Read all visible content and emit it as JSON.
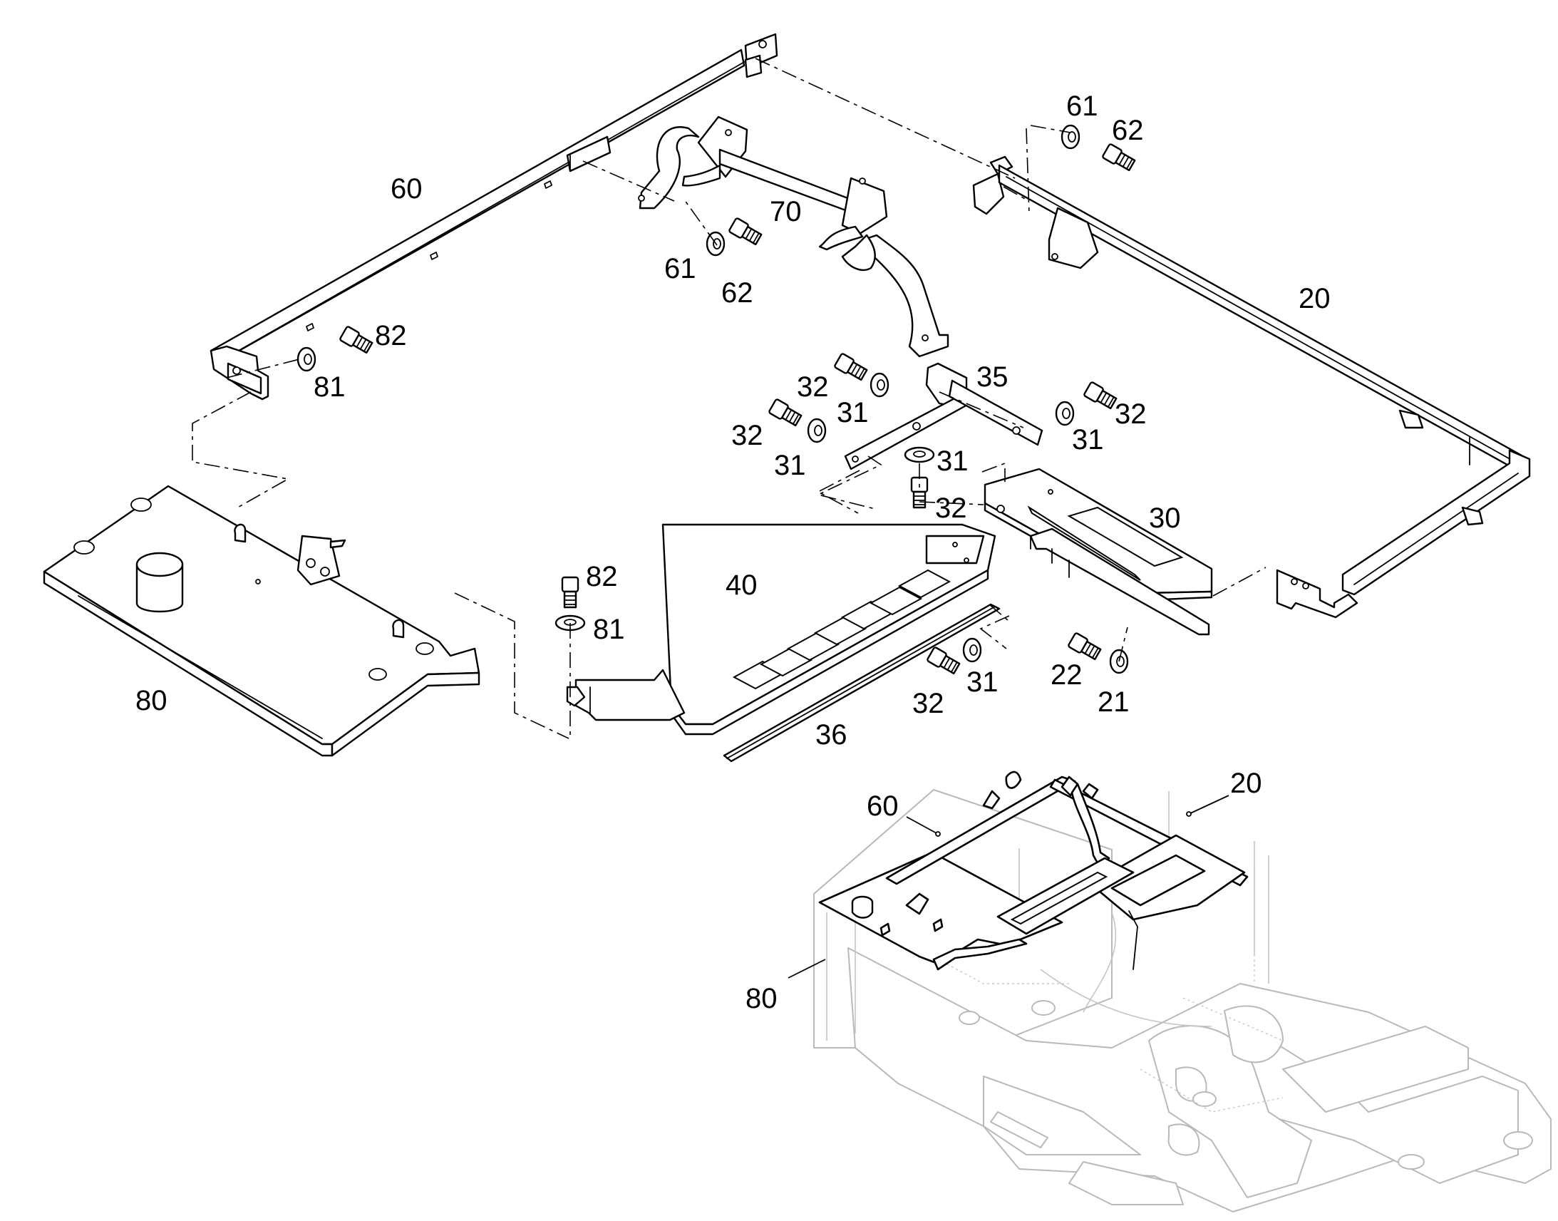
{
  "callouts": {
    "c60": "60",
    "c70": "70",
    "c61a": "61",
    "c62a": "62",
    "c61b": "61",
    "c62b": "62",
    "c20": "20",
    "c82a": "82",
    "c81a": "81",
    "c35": "35",
    "c32a": "32",
    "c31a": "31",
    "c32b": "32",
    "c31b": "31",
    "c32c": "32",
    "c31c": "31",
    "c31d": "31",
    "c32d": "32",
    "c30": "30",
    "c82b": "82",
    "c81b": "81",
    "c40": "40",
    "c80": "80",
    "c22": "22",
    "c21": "21",
    "c32e": "32",
    "c31e": "31",
    "c36": "36"
  },
  "overview_callouts": {
    "o60": "60",
    "o20": "20",
    "o80": "80"
  }
}
